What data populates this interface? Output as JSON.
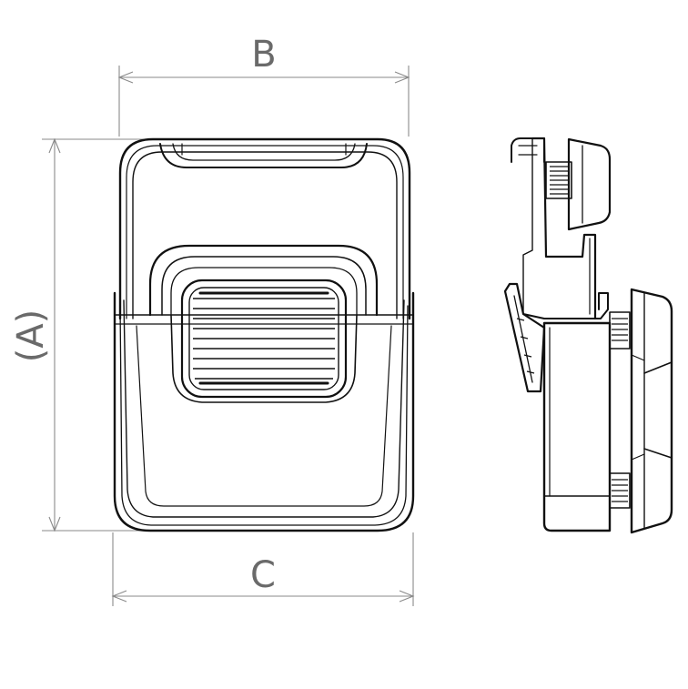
{
  "dimensions": {
    "a_label": "(A)",
    "b_label": "B",
    "c_label": "C"
  },
  "colors": {
    "line": "#111111",
    "dimension": "#8a8a8a",
    "background": "#ffffff"
  }
}
